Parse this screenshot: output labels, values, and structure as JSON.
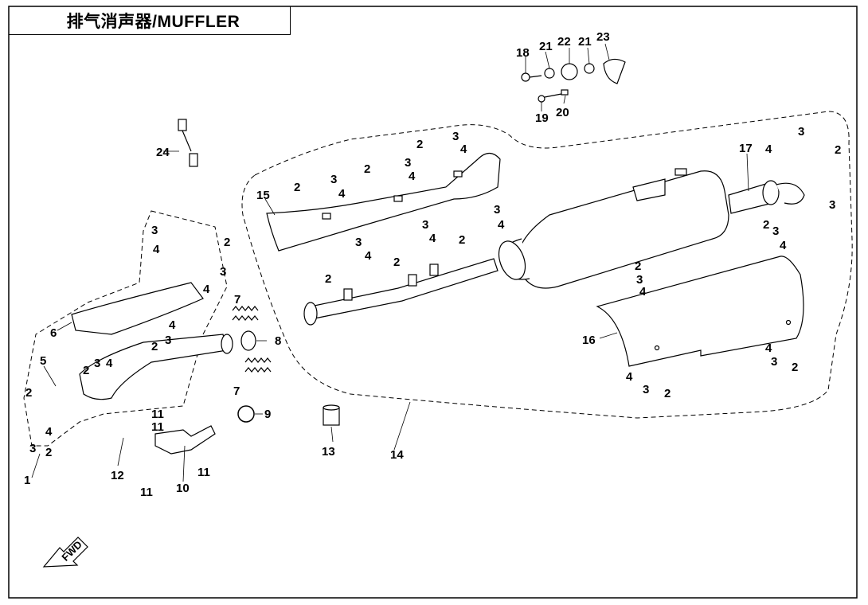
{
  "title": "排气消声器/MUFFLER",
  "fwd_label": "FWD",
  "part_labels": {
    "p1": "1",
    "p2": "2",
    "p3": "3",
    "p4": "4",
    "p5": "5",
    "p6": "6",
    "p7": "7",
    "p8": "8",
    "p9": "9",
    "p10": "10",
    "p11": "11",
    "p12": "12",
    "p13": "13",
    "p14": "14",
    "p15": "15",
    "p16": "16",
    "p17": "17",
    "p18": "18",
    "p19": "19",
    "p20": "20",
    "p21": "21",
    "p22": "22",
    "p23": "23",
    "p24": "24"
  }
}
